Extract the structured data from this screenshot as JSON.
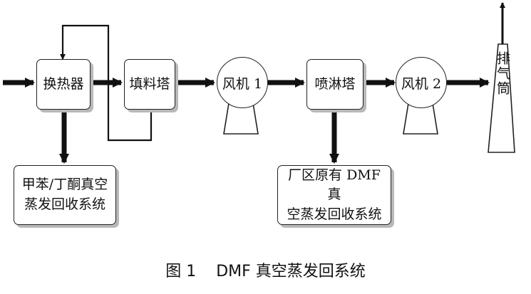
{
  "nodes": {
    "heat_exchanger": "换热器",
    "packed_tower": "填料塔",
    "fan_1": "风机 1",
    "spray_tower": "喷淋塔",
    "fan_2": "风机 2",
    "stack": "排气筒",
    "toluene_recovery": "甲苯/丁酮真空\n蒸发回收系统",
    "dmf_recovery": "厂区原有 DMF 真\n空蒸发回收系统"
  },
  "caption": {
    "figure_number": "图 1",
    "title": "DMF 真空蒸发回系统"
  }
}
